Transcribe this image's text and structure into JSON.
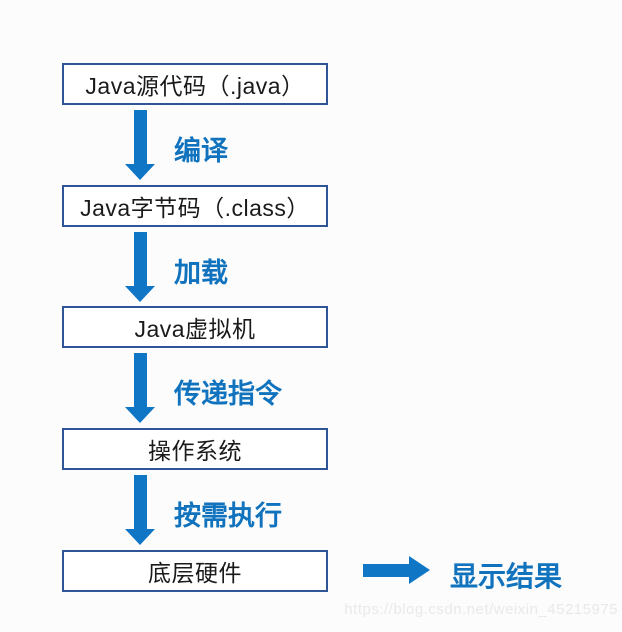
{
  "diagram": {
    "boxes": [
      {
        "label": "Java源代码（.java）"
      },
      {
        "label": "Java字节码（.class）"
      },
      {
        "label": "Java虚拟机"
      },
      {
        "label": "操作系统"
      },
      {
        "label": "底层硬件"
      }
    ],
    "arrows": [
      {
        "label": "编译",
        "direction": "down"
      },
      {
        "label": "加载",
        "direction": "down"
      },
      {
        "label": "传递指令",
        "direction": "down"
      },
      {
        "label": "按需执行",
        "direction": "down"
      },
      {
        "label": "显示结果",
        "direction": "right"
      }
    ],
    "colors": {
      "box_border": "#2F5597",
      "arrow": "#0E76C4",
      "label": "#1173BE",
      "background": "#FCFCFC"
    },
    "watermark": "https://blog.csdn.net/weixin_45215975"
  }
}
